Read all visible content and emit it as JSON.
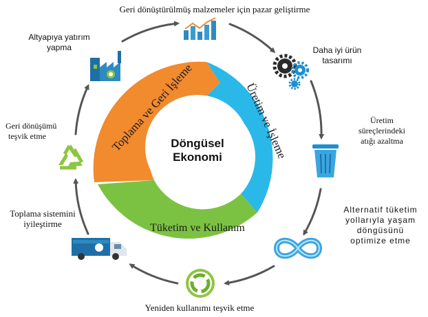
{
  "center": {
    "line1": "Döngüsel",
    "line2": "Ekonomi"
  },
  "segments": {
    "orange": "Toplama ve Geri İşleme",
    "blue": "Üretim ve İşleme",
    "green": "Tüketim ve Kullanım"
  },
  "steps": {
    "top": "Geri dönüştürülmüş malzemeler için pazar geliştirme",
    "design": [
      "Daha iyi ürün",
      "tasarımı"
    ],
    "waste": [
      "Üretim",
      "süreçlerindeki",
      "atığı azaltma"
    ],
    "lifecycle": [
      "Alternatif tüketim",
      "yollarıyla yaşam",
      "döngüsünü",
      "optimize etme"
    ],
    "reuse": "Yeniden kullanımı teşvik etme",
    "collection": [
      "Toplama sistemini",
      "iyileştirme"
    ],
    "recycling": [
      "Geri dönüşümü",
      "teşvik etme"
    ],
    "infrastructure": [
      "Altyapıya yatırım",
      "yapma"
    ]
  },
  "colors": {
    "orange": "#F28A2E",
    "blue": "#29B8E8",
    "green": "#7CC242",
    "arrow": "#555555",
    "iconBlue": "#1E6FA8",
    "iconGreen": "#8DC63F"
  },
  "icons": [
    "bar-chart-icon",
    "gears-icon",
    "trash-bin-icon",
    "infinity-icon",
    "recycle-circle-icon",
    "garbage-truck-icon",
    "recycle-symbol-icon",
    "factory-icon"
  ]
}
